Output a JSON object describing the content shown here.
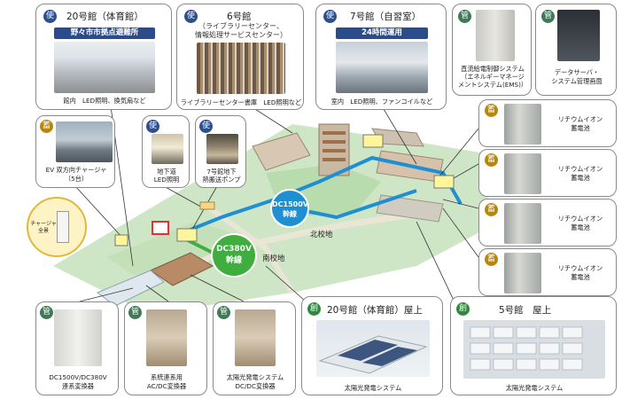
{
  "colors": {
    "dc1500": "#1e8fd0",
    "dc380": "#3fae3f",
    "badge_use": "#2d4f8e",
    "badge_mgmt": "#3f7a58",
    "badge_store": "#b8860b",
    "badge_gen": "#2e8b3c",
    "banner": "#2b4c8c"
  },
  "badges": {
    "use": "使",
    "mgmt": "管",
    "store": "蓄",
    "gen": "創"
  },
  "cards": {
    "gym": {
      "title": "20号館（体育館）",
      "banner": "野々市市拠点避難所",
      "caption": "館内　LED照明、換気扇など"
    },
    "library": {
      "title": "6号館",
      "subtitle1": "（ライブラリーセンター、",
      "subtitle2": "情報処理サービスセンター）",
      "caption": "ライブラリーセンター書庫　LED照明など"
    },
    "selfstudy": {
      "title": "7号館（自習室）",
      "banner": "24時間運用",
      "caption": "室内　LED照明、ファンコイルなど"
    },
    "ems": {
      "caption1": "直流給電制御システム",
      "caption2": "（エネルギーマネージ",
      "caption3": "メントシステム(EMS)）"
    },
    "dataserver": {
      "caption1": "データサーバ・",
      "caption2": "システム管理画面"
    },
    "ev": {
      "caption1": "EV 双方向チャージャ",
      "caption2": "（5台）",
      "bubble1": "チャージャ",
      "bubble2": "全景"
    },
    "underpass": {
      "caption1": "地下道",
      "caption2": "LED照明"
    },
    "pump": {
      "caption1": "7号館地下",
      "caption2": "熱搬送ポンプ"
    },
    "batteries": [
      {
        "caption1": "リチウムイオン",
        "caption2": "蓄電池"
      },
      {
        "caption1": "リチウムイオン",
        "caption2": "蓄電池"
      },
      {
        "caption1": "リチウムイオン",
        "caption2": "蓄電池"
      },
      {
        "caption1": "リチウムイオン",
        "caption2": "蓄電池"
      }
    ],
    "conv1": {
      "caption1": "DC1500V/DC380V",
      "caption2": "連系変換器"
    },
    "conv2": {
      "caption1": "系統連系用",
      "caption2": "AC/DC変換器"
    },
    "conv3": {
      "caption1": "太陽光発電システム",
      "caption2": "DC/DC変換器"
    },
    "roof20": {
      "title": "20号館（体育館）屋上",
      "caption": "太陽光発電システム"
    },
    "roof5": {
      "title": "5号館　屋上",
      "caption": "太陽光発電システム"
    }
  },
  "map": {
    "dc1500": {
      "line1": "DC1500V",
      "line2": "幹線"
    },
    "dc380": {
      "line1": "DC380V",
      "line2": "幹線"
    },
    "north": "北校地",
    "south": "南校地"
  }
}
